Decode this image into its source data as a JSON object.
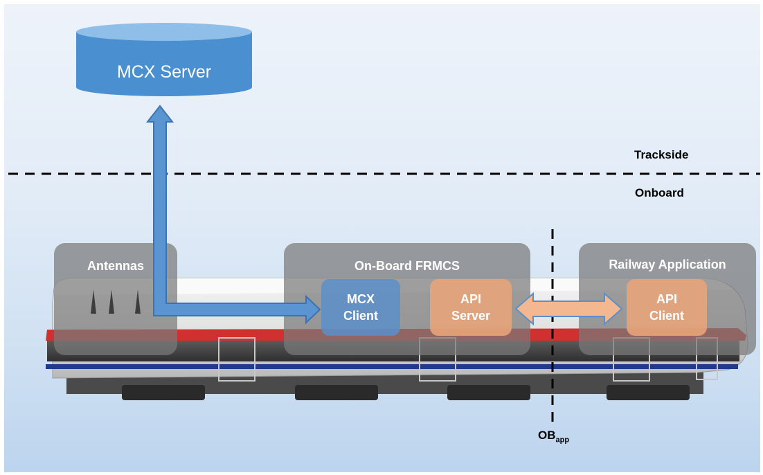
{
  "server": {
    "label": "MCX Server"
  },
  "zones": {
    "trackside": "Trackside",
    "onboard": "Onboard"
  },
  "panels": {
    "antennas": "Antennas",
    "onboard_frmcs": "On-Board FRMCS",
    "railway_application": "Railway Application"
  },
  "boxes": {
    "mcx_client": [
      "MCX",
      "Client"
    ],
    "api_server": [
      "API",
      "Server"
    ],
    "api_client": [
      "API",
      "Client"
    ]
  },
  "interface": {
    "label_main": "OB",
    "label_sub": "app"
  },
  "colors": {
    "server_fill": "#4a90d0",
    "server_top": "#8fbfe8",
    "panel_fill": "#7a7a7a",
    "mcx_client_fill": "#5b8fc9",
    "api_box_fill": "#e8a47a",
    "blue_arrow": "#5b95d1",
    "orange_arrow": "#f3b88f"
  }
}
